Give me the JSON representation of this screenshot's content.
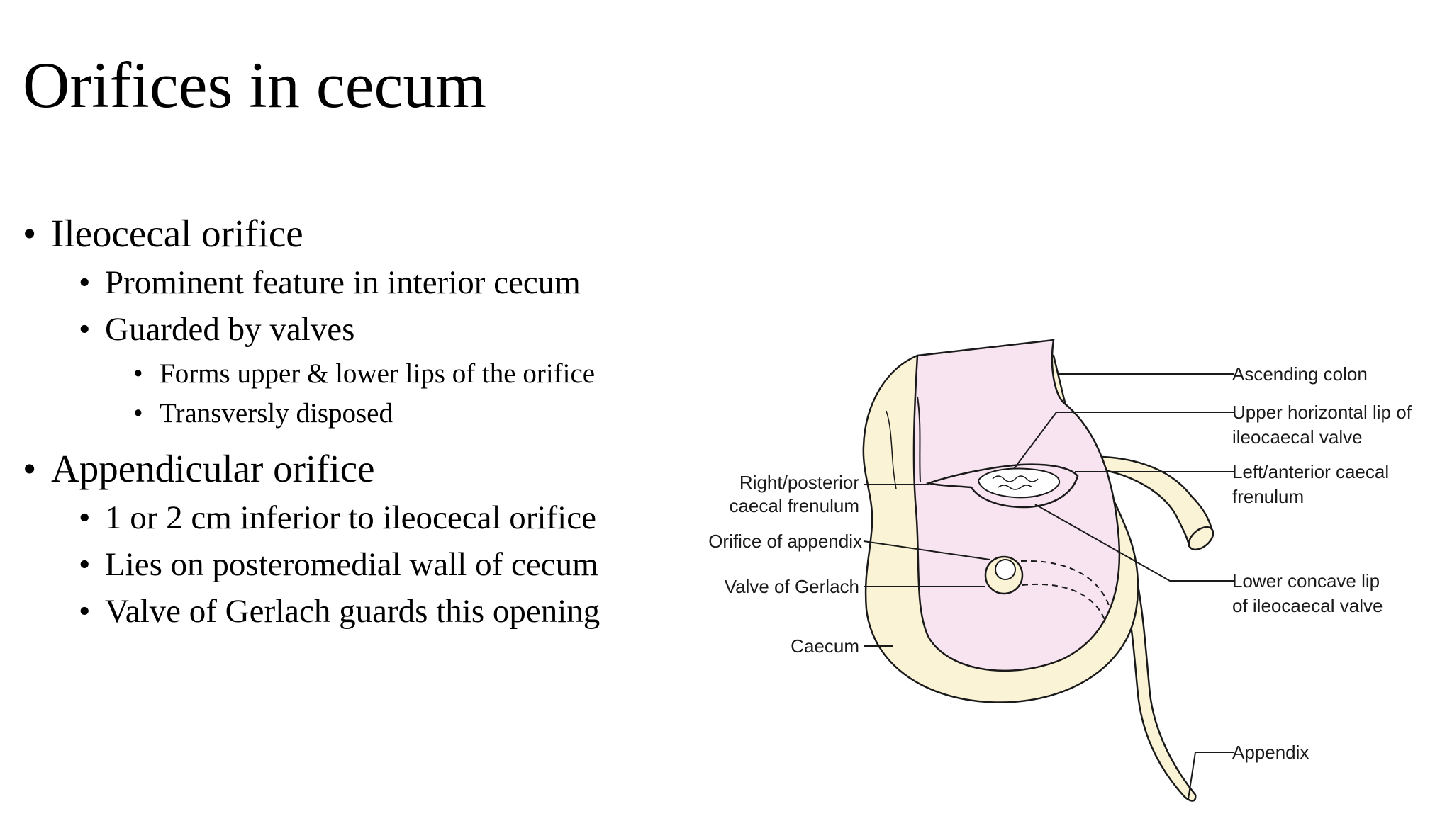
{
  "title": "Orifices in cecum",
  "bullets": {
    "ileocecal": {
      "label": "Ileocecal orifice",
      "items": [
        "Prominent feature in interior cecum",
        "Guarded by valves"
      ],
      "sub_items": [
        "Forms upper & lower lips of the orifice",
        "Transversly disposed"
      ]
    },
    "appendicular": {
      "label": "Appendicular orifice",
      "items": [
        "1 or 2 cm inferior to ileocecal orifice",
        "Lies on posteromedial wall of cecum",
        "Valve of Gerlach guards this opening"
      ]
    }
  },
  "bullet_glyph": "•",
  "figure": {
    "labels_left": {
      "right_posterior_1": "Right/posterior",
      "right_posterior_2": "caecal frenulum",
      "orifice_appendix": "Orifice of appendix",
      "valve_gerlach": "Valve of Gerlach",
      "caecum": "Caecum"
    },
    "labels_right": {
      "ascending_colon": "Ascending colon",
      "upper_lip_1": "Upper horizontal lip of",
      "upper_lip_2": "ileocaecal valve",
      "left_anterior_1": "Left/anterior caecal",
      "left_anterior_2": "frenulum",
      "lower_lip_1": "Lower concave lip",
      "lower_lip_2": "of ileocaecal valve",
      "appendix": "Appendix"
    },
    "colors": {
      "interior_fill": "#f8e4f0",
      "wall_fill": "#fbf3d6",
      "outline": "#1a1a1a"
    }
  }
}
